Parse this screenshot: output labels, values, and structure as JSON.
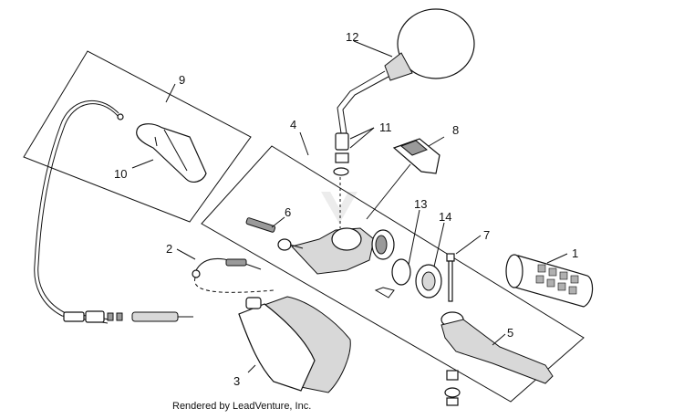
{
  "callouts": [
    "1",
    "2",
    "3",
    "4",
    "5",
    "6",
    "7",
    "8",
    "9",
    "10",
    "11",
    "12",
    "13",
    "14"
  ],
  "credit": "Rendered by LeadVenture, Inc.",
  "colors": {
    "line": "#111111",
    "shade": "#d8d8d8",
    "dark": "#9a9a9a",
    "background": "#ffffff"
  }
}
